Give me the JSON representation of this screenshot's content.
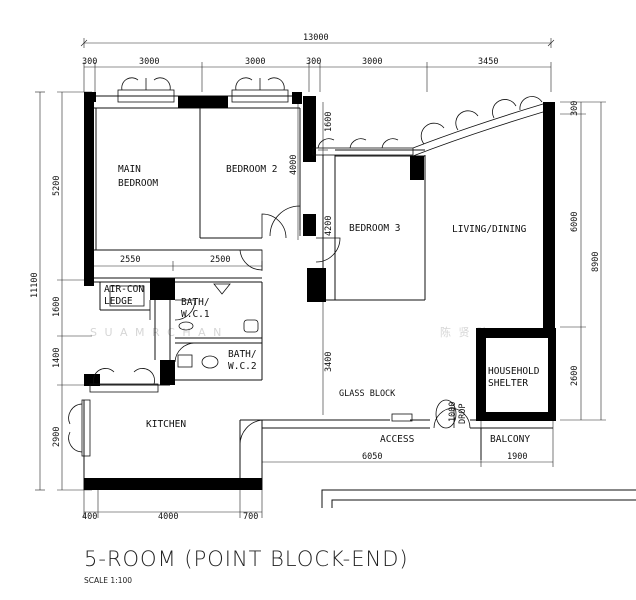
{
  "dimensions": {
    "top_total": "13000",
    "top_segments": [
      "300",
      "3000",
      "3000",
      "300",
      "3000",
      "3450"
    ],
    "left_total": "11100",
    "left_segments": [
      "5200",
      "1600",
      "1400",
      "2900"
    ],
    "bottom_segments": [
      "400",
      "4000",
      "700"
    ],
    "right_total": "8900",
    "right_segments": [
      "300",
      "6000",
      "2600"
    ],
    "bedroom_main_width": "2550",
    "bedroom2_width": "2500",
    "bedroom2_depth": "4000",
    "bedroom3_top": "1600",
    "bedroom3_depth": "4200",
    "corridor_depth": "3400",
    "access_width": "6050",
    "balcony_width": "1900",
    "refuse_chute": "1000"
  },
  "rooms": {
    "main_bedroom_line1": "MAIN",
    "main_bedroom_line2": "BEDROOM",
    "bedroom2": "BEDROOM 2",
    "bedroom3": "BEDROOM 3",
    "living_dining": "LIVING/DINING",
    "aircon_line1": "AIR-CON",
    "aircon_line2": "LEDGE",
    "bath1_line1": "BATH/",
    "bath1_line2": "W.C.1",
    "bath2_line1": "BATH/",
    "bath2_line2": "W.C.2",
    "shelter_line1": "HOUSEHOLD",
    "shelter_line2": "SHELTER",
    "kitchen": "KITCHEN",
    "access": "ACCESS",
    "balcony": "BALCONY",
    "glass_block": "GLASS BLOCK",
    "drop": "DROP"
  },
  "watermark": {
    "latin": "S U A M  R  C H A N",
    "cjk": "陈 贤 玲"
  },
  "title": "5-ROOM (POINT BLOCK-END)",
  "scale": "SCALE   1:100"
}
